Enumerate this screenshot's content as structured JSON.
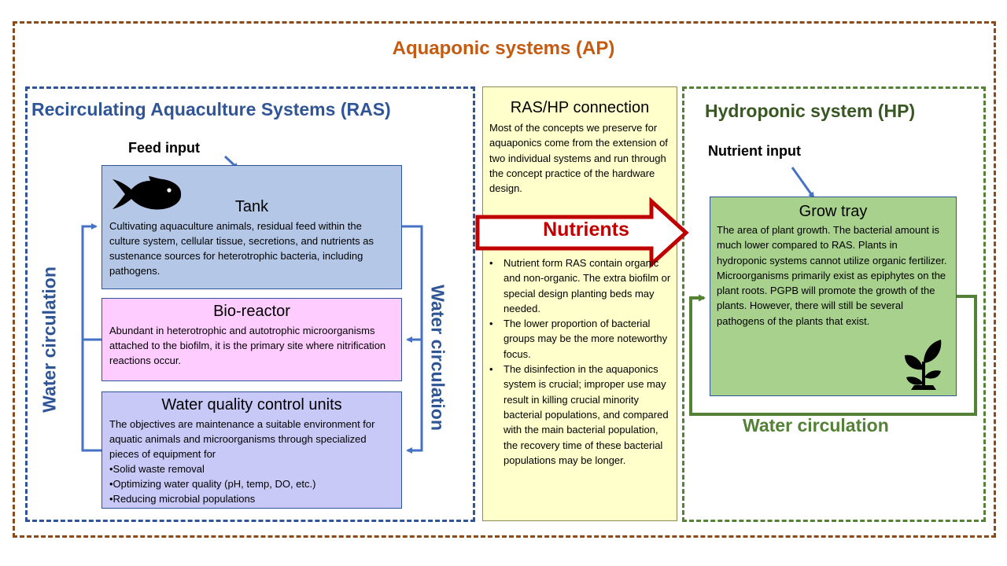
{
  "title": "Aquaponic systems (AP)",
  "ras": {
    "title": "Recirculating Aquaculture Systems (RAS)",
    "feed_input": "Feed input",
    "water_circulation_left": "Water circulation",
    "water_circulation_right": "Water circulation",
    "tank": {
      "title": "Tank",
      "text": "Cultivating aquaculture animals, residual feed within the culture system, cellular tissue, secretions, and nutrients as sustenance sources for heterotrophic bacteria, including pathogens."
    },
    "bioreactor": {
      "title": "Bio-reactor",
      "text": "Abundant in heterotrophic and autotrophic microorganisms attached to the biofilm, it is the primary site where nitrification reactions occur."
    },
    "water_quality": {
      "title": "Water quality control units",
      "text": "The objectives are maintenance a suitable environment for aquatic animals and microorganisms through specialized pieces of equipment for",
      "items": [
        "•Solid waste removal",
        "•Optimizing water quality (pH, temp, DO, etc.)",
        "•Reducing microbial populations"
      ]
    }
  },
  "connection": {
    "title": "RAS/HP connection",
    "intro": "Most of the concepts we preserve for aquaponics come from the extension of two individual systems and run through the concept practice of the hardware design.",
    "nutrients": "Nutrients",
    "bullets": [
      "Nutrient form RAS contain organic and non-organic. The extra biofilm or special design planting beds may needed.",
      "The lower proportion of bacterial groups may be the more noteworthy focus.",
      "The disinfection in the aquaponics system is crucial; improper use may result in killing crucial minority bacterial populations, and compared with the main bacterial population, the recovery time of these bacterial populations may be longer."
    ]
  },
  "hp": {
    "title": "Hydroponic system (HP)",
    "nutrient_input": "Nutrient input",
    "water_circulation": "Water circulation",
    "grow_tray": {
      "title": "Grow tray",
      "text": "The area of plant growth. The bacterial amount is much lower compared to RAS. Plants in hydroponic systems cannot utilize organic fertilizer. Microorganisms primarily exist as epiphytes on the plant roots. PGPB will promote the growth of the plants. However, there will still be several pathogens of the plants that exist."
    }
  },
  "icons": [
    "fish-icon",
    "plant-icon"
  ],
  "colors": {
    "outer_border": "#8a4b1c",
    "ras_blue": "#2f5597",
    "hp_green": "#538135",
    "nutrients_red": "#c00000",
    "ap_title": "#c55a11"
  }
}
